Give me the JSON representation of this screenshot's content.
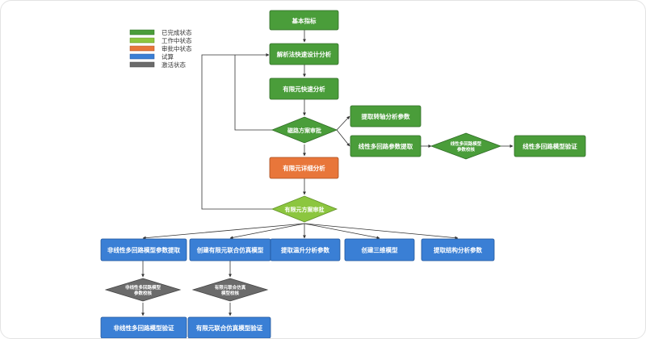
{
  "legend": [
    {
      "label": "已完成状态",
      "color": "#4a9d3a"
    },
    {
      "label": "工作中状态",
      "color": "#8cc63f"
    },
    {
      "label": "审批中状态",
      "color": "#e8763a"
    },
    {
      "label": "试算",
      "color": "#3a7fd5"
    },
    {
      "label": "激活状态",
      "color": "#6b6b6b"
    }
  ],
  "nodes": {
    "basic": "基本指标",
    "analytic": "解析法快速设计分析",
    "fem_fast": "有限元快速分析",
    "mag_review": "磁路方案审批",
    "fem_detail": "有限元详细分析",
    "fem_review": "有限元方案审批",
    "torque_param": "提取转轴分析参数",
    "linear_param": "线性多回路参数提取",
    "linear_check_l1": "线性多回路模型",
    "linear_check_l2": "参数校核",
    "linear_verify": "线性多回路模型验证",
    "nl_param": "非线性多回路模型参数提取",
    "fem_cosim": "创建有限元联合仿真模型",
    "temp_param": "提取温升分析参数",
    "three_d": "创建三维模型",
    "struct_param": "提取结构分析参数",
    "nl_check_l1": "非线性多回路模型",
    "nl_check_l2": "参数校核",
    "cosim_check_l1": "有限元联合仿真",
    "cosim_check_l2": "模型校核",
    "nl_verify": "非线性多回路模型验证",
    "cosim_verify": "有限元联合仿真模型验证"
  }
}
